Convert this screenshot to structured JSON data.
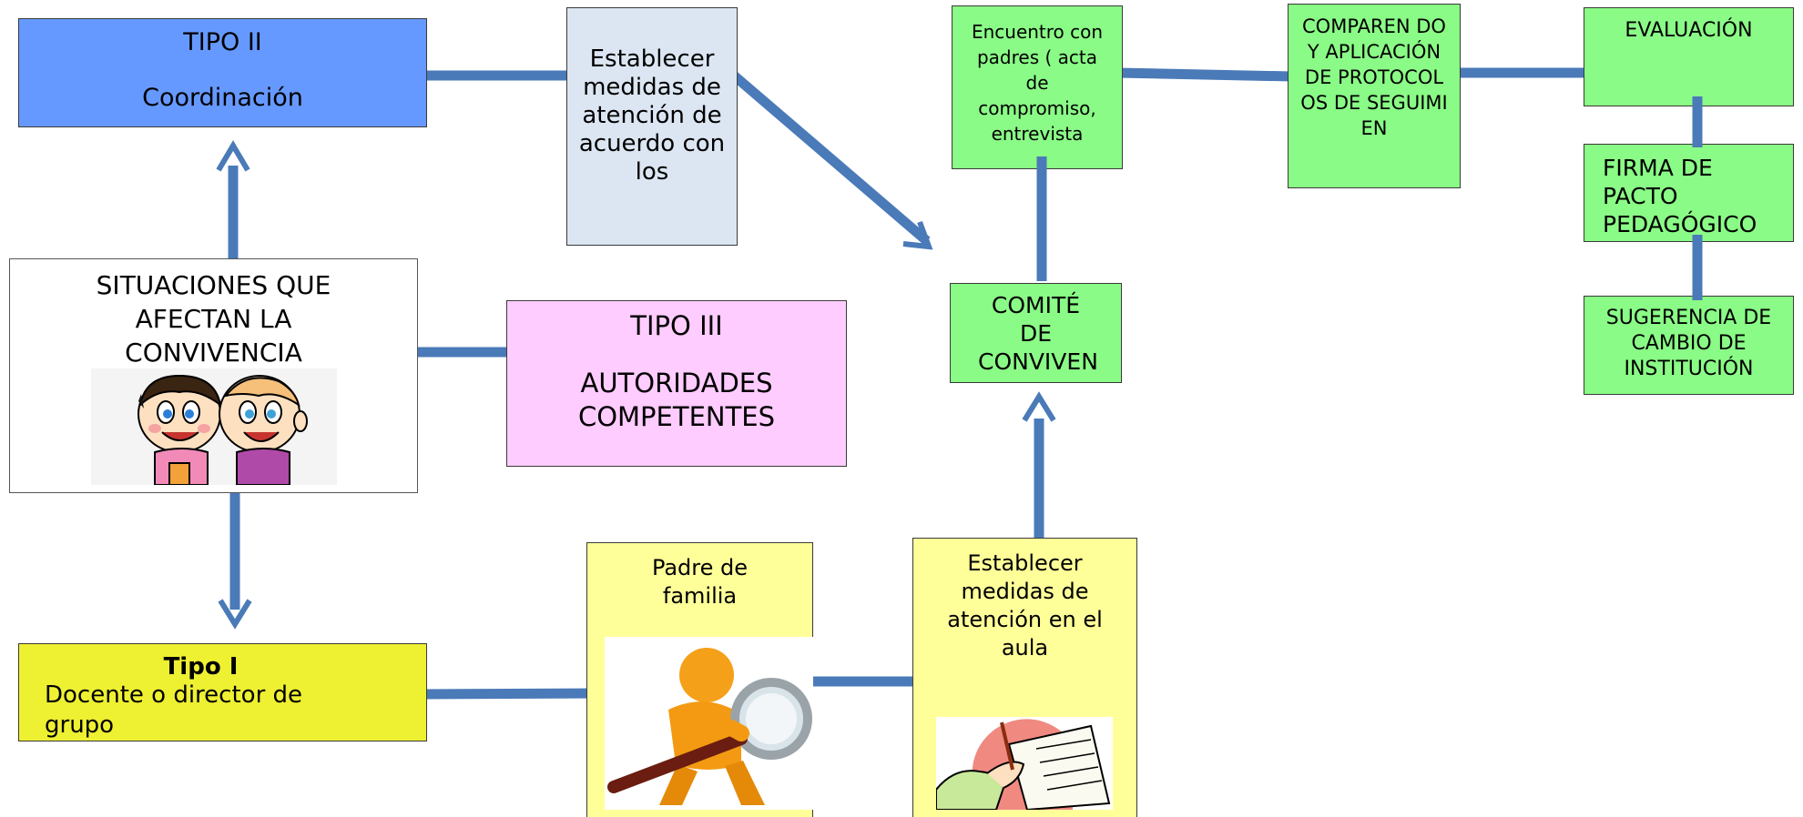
{
  "boxes": {
    "tipo2": {
      "title": "TIPO II",
      "subtitle": "Coordinación"
    },
    "medidas_top": {
      "text": "Establecer medidas de atención de acuerdo con los"
    },
    "situaciones": {
      "text": "SITUACIONES QUE AFECTAN LA CONVIVENCIA"
    },
    "tipo3": {
      "title": "TIPO III",
      "subtitle": "AUTORIDADES COMPETENTES"
    },
    "tipo1": {
      "title": "Tipo I",
      "subtitle": "Docente o director de grupo"
    },
    "padre": {
      "text": "Padre de familia"
    },
    "medidas_aula": {
      "text": "Establecer medidas de atención en el aula"
    },
    "encuentro": {
      "text": "Encuentro con padres ( acta de compromiso, entrevista"
    },
    "comite": {
      "text": "COMITÉ DE CONVIVEN"
    },
    "comparendo": {
      "text": "COMPAREN DO Y APLICACIÓN DE PROTOCOL OS DE SEGUIMIEN"
    },
    "evaluacion": {
      "text": "EVALUACIÓN"
    },
    "firma": {
      "text": "FIRMA DE PACTO PEDAGÓGICO"
    },
    "sugerencia": {
      "text": "SUGERENCIA DE CAMBIO DE INSTITUCIÓN"
    }
  },
  "colors": {
    "blue_box": "#6699ff",
    "light_blue_box": "#dce6f2",
    "pink_box": "#ffccff",
    "yellow_box": "#eef032",
    "light_yellow_box": "#ffff99",
    "green_box": "#8afb86",
    "connector": "#4a7ab8"
  },
  "icons": {
    "situaciones": "children-cartoon-illustration",
    "padre": "person-with-magnifying-glass-illustration",
    "medidas_aula": "hand-writing-notebook-illustration"
  }
}
